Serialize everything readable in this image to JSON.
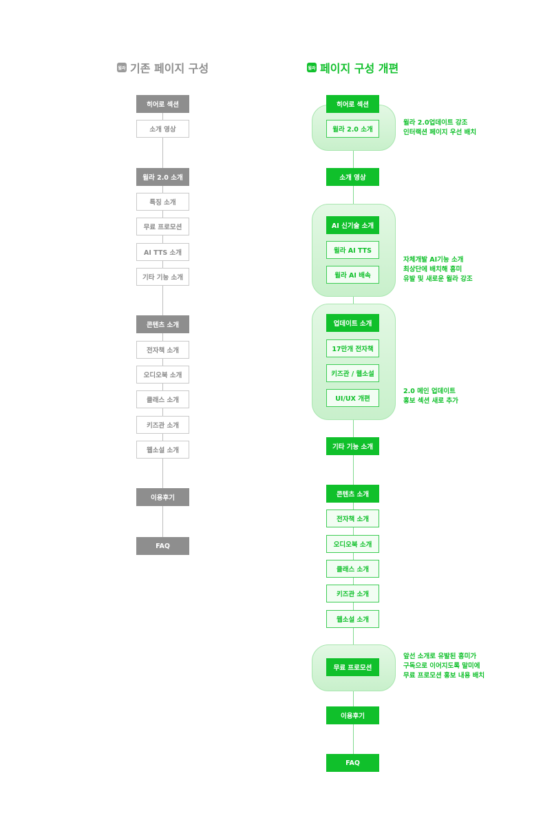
{
  "left": {
    "title": "기존 페이지 구성",
    "badge": "윌라",
    "items": [
      {
        "label": "히어로 섹션"
      },
      {
        "label": "소개 영상"
      },
      {
        "label": "윌라 2.0 소개"
      },
      {
        "label": "특징 소개"
      },
      {
        "label": "무료 프로모션"
      },
      {
        "label": "AI TTS 소개"
      },
      {
        "label": "기타 기능 소개"
      },
      {
        "label": "콘텐츠 소개"
      },
      {
        "label": "전자책  소개"
      },
      {
        "label": "오디오북 소개"
      },
      {
        "label": "클래스 소개"
      },
      {
        "label": "키즈관 소개"
      },
      {
        "label": "웹소설 소개"
      },
      {
        "label": "이용후기"
      },
      {
        "label": "FAQ"
      }
    ]
  },
  "right": {
    "title": "페이지 구성 개편",
    "badge": "윌라",
    "items": [
      {
        "label": "히어로 섹션"
      },
      {
        "label": "윌라 2.0 소개"
      },
      {
        "label": "소개 영상"
      },
      {
        "label": "AI 신기술 소개"
      },
      {
        "label": "윌라 AI TTS"
      },
      {
        "label": "윌라 AI 배속"
      },
      {
        "label": "업데이트 소개"
      },
      {
        "label": "17만개 전자책"
      },
      {
        "label": "키즈관 / 웹소설"
      },
      {
        "label": "UI/UX 개편"
      },
      {
        "label": "기타 기능 소개"
      },
      {
        "label": "콘텐츠 소개"
      },
      {
        "label": "전자책 소개"
      },
      {
        "label": "오디오북 소개"
      },
      {
        "label": "클래스 소개"
      },
      {
        "label": "키즈관 소개"
      },
      {
        "label": "웹소설 소개"
      },
      {
        "label": "무료 프로모션"
      },
      {
        "label": "이용후기"
      },
      {
        "label": "FAQ"
      }
    ],
    "notes": [
      {
        "lines": [
          "윌라 2.0업데이트 강조",
          "인터랙션 페이지 우선 배치"
        ]
      },
      {
        "lines": [
          "자체개발 AI기능 소개",
          "최상단에 배치해 흥미",
          "유발 및 새로운 윌라 강조"
        ]
      },
      {
        "lines": [
          "2.0 메인 업데이트",
          "홍보 섹션 새로 추가"
        ]
      },
      {
        "lines": [
          "앞선 소개로 유발된 흥미가",
          "구독으로 이어지도록 말미에",
          "무료 프로모션 홍보 내용 배치"
        ]
      }
    ]
  },
  "colors": {
    "gray": "#8e8e8e",
    "green": "#10c02b"
  }
}
